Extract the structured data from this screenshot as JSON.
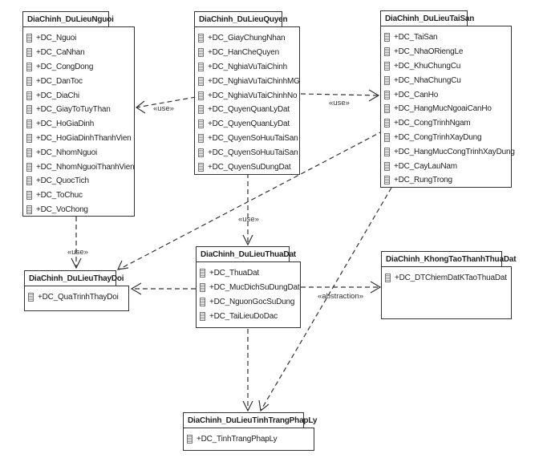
{
  "packages": {
    "nguoi": {
      "name": "DiaChinh_DuLieuNguoi",
      "items": [
        "+DC_Nguoi",
        "+DC_CaNhan",
        "+DC_CongDong",
        "+DC_DanToc",
        "+DC_DiaChi",
        "+DC_GiayToTuyThan",
        "+DC_HoGiaDinh",
        "+DC_HoGiaDinhThanhVien",
        "+DC_NhomNguoi",
        "+DC_NhomNguoiThanhVien",
        "+DC_QuocTich",
        "+DC_ToChuc",
        "+DC_VoChong"
      ]
    },
    "quyen": {
      "name": "DiaChinh_DuLieuQuyen",
      "items": [
        "+DC_GiayChungNhan",
        "+DC_HanCheQuyen",
        "+DC_NghiaVuTaiChinh",
        "+DC_NghiaVuTaiChinhMG",
        "+DC_NghiaVuTaiChinhNo",
        "+DC_QuyenQuanLyDat",
        "+DC_QuyenQuanLyDat",
        "+DC_QuyenSoHuuTaiSan",
        "+DC_QuyenSoHuuTaiSan",
        "+DC_QuyenSuDungDat"
      ]
    },
    "taisan": {
      "name": "DiaChinh_DuLieuTaiSan",
      "items": [
        "+DC_TaiSan",
        "+DC_NhaORiengLe",
        "+DC_KhuChungCu",
        "+DC_NhaChungCu",
        "+DC_CanHo",
        "+DC_HangMucNgoaiCanHo",
        "+DC_CongTrinhNgam",
        "+DC_CongTrinhXayDung",
        "+DC_HangMucCongTrinhXayDung",
        "+DC_CayLauNam",
        "+DC_RungTrong"
      ]
    },
    "thaydoi": {
      "name": "DiaChinh_DuLieuThayDoi",
      "items": [
        "+DC_QuaTrinhThayDoi"
      ]
    },
    "thuadat": {
      "name": "DiaChinh_DuLieuThuaDat",
      "items": [
        "+DC_ThuaDat",
        "+DC_MucDichSuDungDat",
        "+DC_NguonGocSuDung",
        "+DC_TaiLieuDoDac"
      ]
    },
    "khongtao": {
      "name": "DiaChinh_KhongTaoThanhThuaDat",
      "items": [
        "+DC_DTChiemDatKTaoThuaDat"
      ]
    },
    "phaply": {
      "name": "DiaChinh_DuLieuTinhTrangPhapLy",
      "items": [
        "+DC_TinhTrangPhapLy"
      ]
    }
  },
  "labels": {
    "use1": "«use»",
    "use2": "«use»",
    "use3": "«use»",
    "use4": "«use»",
    "abstraction": "«abstraction»"
  }
}
